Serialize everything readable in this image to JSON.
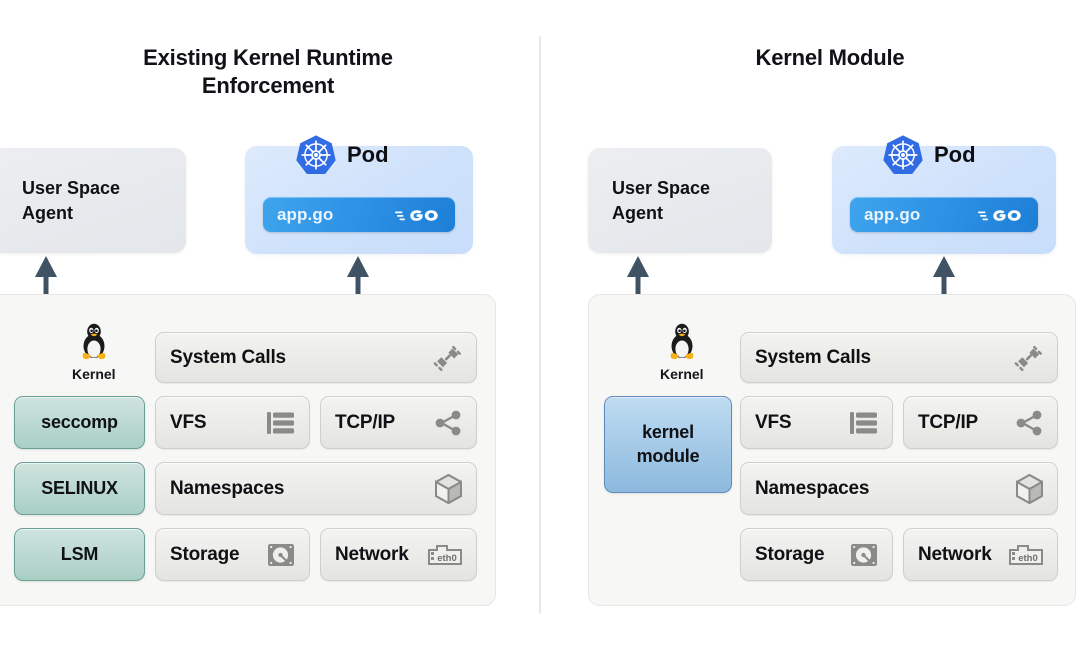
{
  "panels": [
    {
      "id": "left",
      "title": "Existing Kernel Runtime\nEnforcement",
      "agent": {
        "label": "User Space\nAgent"
      },
      "pod": {
        "label": "Pod",
        "logo_icon": "kubernetes-icon",
        "app": {
          "name": "app.go",
          "badge_icon": "golang-icon"
        }
      },
      "kernel": {
        "os_label": "Kernel",
        "os_icon": "linux-tux-icon",
        "security_modules": [
          {
            "label": "seccomp"
          },
          {
            "label": "SELINUX"
          },
          {
            "label": "LSM"
          }
        ],
        "subsystems": [
          {
            "label": "System Calls",
            "icon": "plug-connector-icon"
          },
          {
            "label": "VFS",
            "icon": "filesystem-stack-icon"
          },
          {
            "label": "TCP/IP",
            "icon": "share-network-icon"
          },
          {
            "label": "Namespaces",
            "icon": "cube-icon"
          },
          {
            "label": "Storage",
            "icon": "hard-disk-icon"
          },
          {
            "label": "Network",
            "icon": "eth0-nic-icon"
          }
        ]
      },
      "arrows": [
        {
          "name": "agent-to-security-arrow",
          "direction": "bidirectional"
        },
        {
          "name": "pod-to-tcpip-arrow",
          "direction": "bidirectional"
        }
      ]
    },
    {
      "id": "right",
      "title": "Kernel Module",
      "agent": {
        "label": "User Space\nAgent"
      },
      "pod": {
        "label": "Pod",
        "logo_icon": "kubernetes-icon",
        "app": {
          "name": "app.go",
          "badge_icon": "golang-icon"
        }
      },
      "kernel": {
        "os_label": "Kernel",
        "os_icon": "linux-tux-icon",
        "security_modules": [
          {
            "label": "kernel\nmodule"
          }
        ],
        "subsystems": [
          {
            "label": "System Calls",
            "icon": "plug-connector-icon"
          },
          {
            "label": "VFS",
            "icon": "filesystem-stack-icon"
          },
          {
            "label": "TCP/IP",
            "icon": "share-network-icon"
          },
          {
            "label": "Namespaces",
            "icon": "cube-icon"
          },
          {
            "label": "Storage",
            "icon": "hard-disk-icon"
          },
          {
            "label": "Network",
            "icon": "eth0-nic-icon"
          }
        ]
      },
      "arrows": [
        {
          "name": "agent-to-kernel-module-arrow",
          "direction": "bidirectional"
        },
        {
          "name": "pod-to-tcpip-arrow",
          "direction": "bidirectional"
        }
      ]
    }
  ],
  "colors": {
    "background": "#ffffff",
    "title_text": "#111217",
    "divider": "#e9e9ea",
    "agent_box": "#e7eaee",
    "pod_box": "#d3e4fb",
    "appgo_chip": "#2f93e6",
    "kubernetes_blue": "#326ce5",
    "kernel_panel": "#f7f7f6",
    "tile_gray": "#ebebe9",
    "tile_border": "#cfcfcd",
    "security_green": "#a9cfc5",
    "security_green_border": "#69a096",
    "kernel_module_blue": "#8cb9dd",
    "kernel_module_blue_border": "#5f8cba",
    "arrow": "#3f5364",
    "tux_body": "#1b1b1b",
    "tux_feet": "#f5b01a"
  }
}
